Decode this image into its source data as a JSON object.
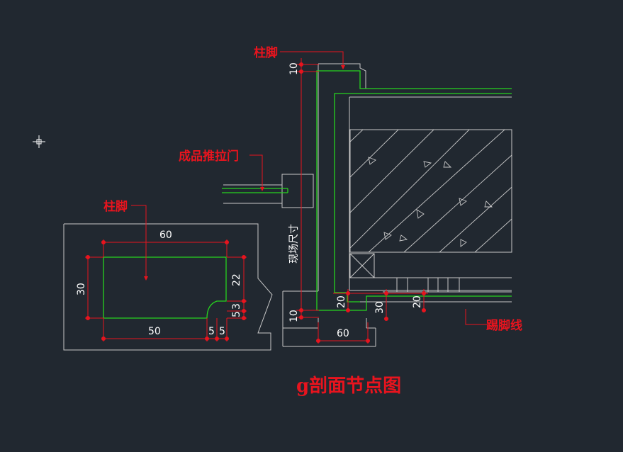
{
  "colors": {
    "background": "#212830",
    "annotation": "#e8141e",
    "profile": "#27d31f",
    "outline": "#c9c9c9",
    "text": "#ffffff"
  },
  "labels": {
    "pillar_base_top": "柱脚",
    "sliding_door": "成品推拉门",
    "pillar_base_detail": "柱脚",
    "site_dimension": "现场尺寸",
    "skirting_line": "踢脚线"
  },
  "title": "g剖面节点图",
  "dimensions": {
    "top_gap": "10",
    "bottom_gap": "10",
    "inner_20a": "20",
    "inner_30": "30",
    "inner_20b": "20",
    "base_60": "60",
    "detail_width_top": "60",
    "detail_height_left": "30",
    "detail_right_22": "22",
    "detail_right_3": "3",
    "detail_right_5": "5",
    "detail_bottom_50": "50",
    "detail_bottom_5a": "5",
    "detail_bottom_5b": "5"
  },
  "cursor_icon": "crosshair-icon"
}
